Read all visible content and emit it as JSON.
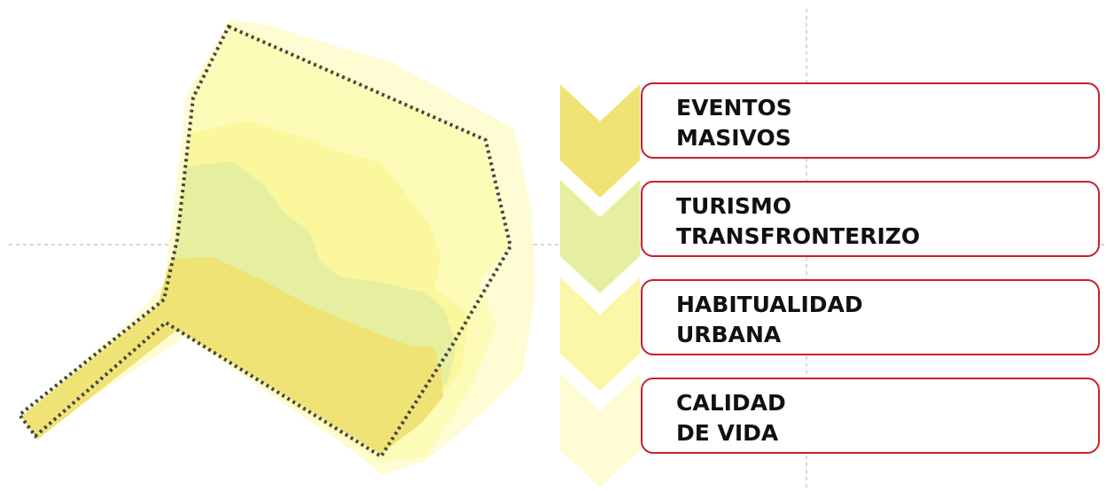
{
  "colors": {
    "zone_outer": "#fdfcd2",
    "zone_light": "#fdfbb8",
    "zone_yellow": "#fbf79d",
    "zone_green": "#e6ef9f",
    "zone_gold": "#efe375",
    "boundary": "#444444",
    "box_border": "#c8202a",
    "guide_line": "#b0b0b0"
  },
  "stages": [
    {
      "id": "eventos",
      "label": "EVENTOS\nMASIVOS",
      "chevron_color": "#efe375"
    },
    {
      "id": "turismo",
      "label": "TURISMO\nTRANSFRONTERIZO",
      "chevron_color": "#e6ef9f"
    },
    {
      "id": "habitualidad",
      "label": "HABITUALIDAD\nURBANA",
      "chevron_color": "#fbf7a8"
    },
    {
      "id": "calidad",
      "label": "CALIDAD\nDE VIDA",
      "chevron_color": "#fdfcd2"
    }
  ]
}
